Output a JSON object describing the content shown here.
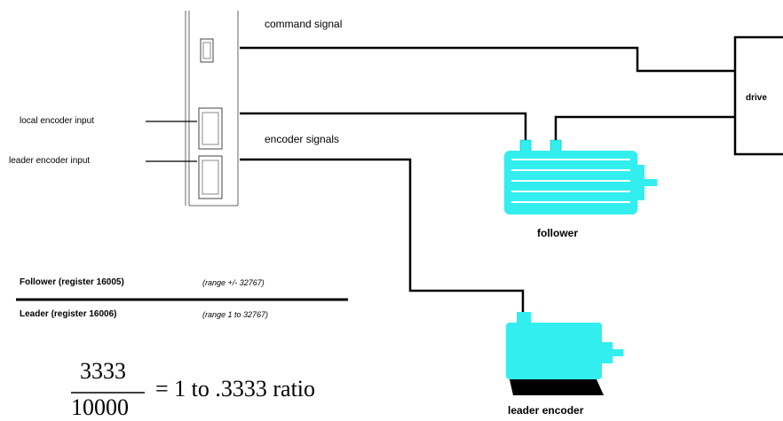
{
  "labels": {
    "command_signal": "command signal",
    "encoder_signals": "encoder signals",
    "local_encoder_input": "local encoder input",
    "leader_encoder_input": "leader encoder input",
    "drive": "drive",
    "follower": "follower",
    "leader_encoder": "leader encoder"
  },
  "formula": {
    "numerator_text": "Follower (register 16005)",
    "numerator_range": "(range +/- 32767)",
    "denominator_text": "Leader (register 16006)",
    "denominator_range": "(range 1 to 32767)"
  },
  "example": {
    "numerator": "3333",
    "denominator": "10000",
    "result": "= 1 to .3333 ratio"
  },
  "colors": {
    "motor": "#33eeee",
    "line": "#000000"
  }
}
